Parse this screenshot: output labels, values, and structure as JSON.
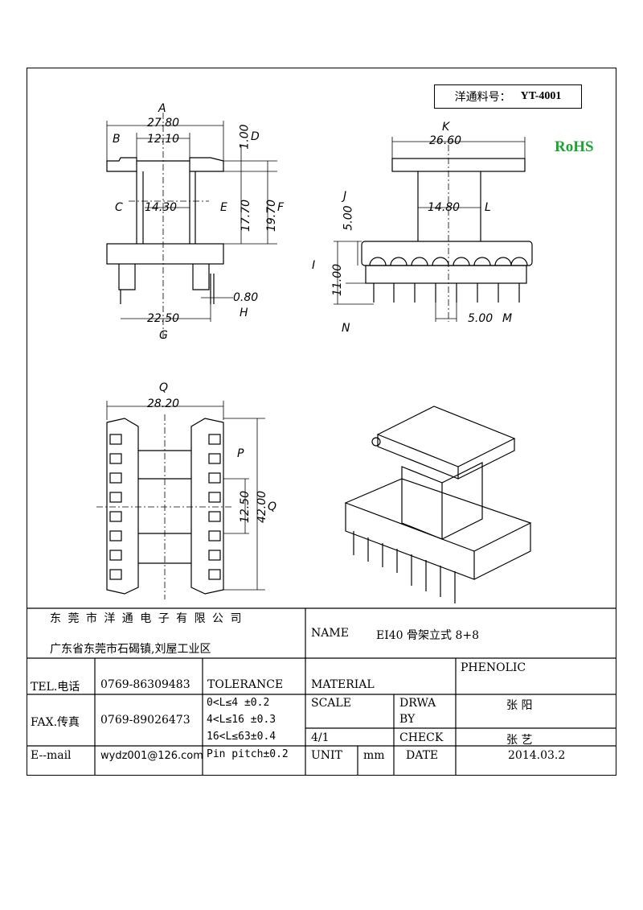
{
  "part_number": {
    "label": "洋通料号：",
    "value": "YT-4001"
  },
  "rohs": "RoHS",
  "dims": {
    "A": "A",
    "a_val": "27.80",
    "B": "B",
    "b_val": "12.10",
    "D": "D",
    "d_val": "1.00",
    "C": "C",
    "c_val": "14.30",
    "E": "E",
    "e_val": "17.70",
    "F": "F",
    "f_val": "19.70",
    "H": "H",
    "h_val": "0.80",
    "G": "G",
    "g_val": "22.50",
    "K": "K",
    "k_val": "26.60",
    "J": "J",
    "j_val": "5.00",
    "L": "L",
    "l_val": "14.80",
    "I": "I",
    "i_val": "11.00",
    "N": "N",
    "M": "M",
    "m_val": "5.00",
    "Q": "Q",
    "q_val": "28.20",
    "P": "P",
    "p_val": "12.50",
    "q2_val": "42.00"
  },
  "title_block": {
    "company": "东 莞 市 洋 通 电 子 有 限 公 司",
    "address": "广东省东莞市石碣镇,刘屋工业区",
    "name_label": "NAME",
    "name_value": "EI40 骨架立式 8+8",
    "tel_label": "TEL.电话",
    "tel_value": "0769-86309483",
    "tolerance_label": "TOLERANCE",
    "material_label": "MATERIAL",
    "material_value": "PHENOLIC",
    "fax_label": "FAX.传真",
    "fax_value": "0769-89026473",
    "tol1": "0<L≤4  ±0.2",
    "tol2": "4<L≤16 ±0.3",
    "tol3": "16<L≤63±0.4",
    "tol4": "Pin pitch±0.2",
    "scale_label": "SCALE",
    "scale_value": "4/1",
    "drawby_label1": "DRWA",
    "drawby_label2": "BY",
    "drawby_value": "张 阳",
    "check_label": "CHECK",
    "check_value": "张 艺",
    "email_label": "E--mail",
    "email_value": "wydz001@126.com",
    "unit_label": "UNIT",
    "unit_value": "mm",
    "date_label": "DATE",
    "date_value": "2014.03.2"
  }
}
